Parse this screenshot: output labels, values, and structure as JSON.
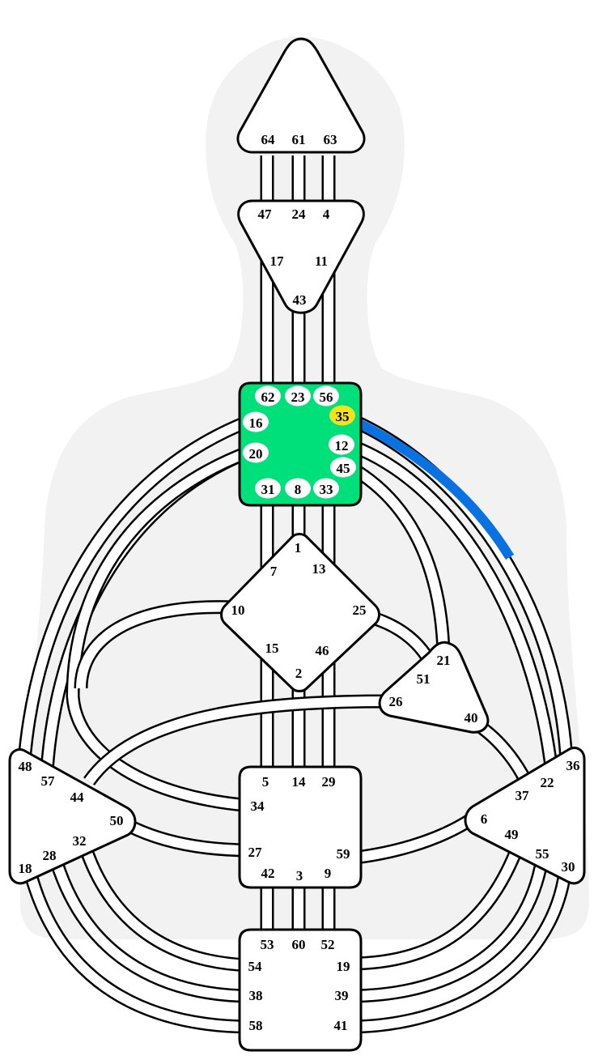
{
  "colors": {
    "silhouette": "#f2f2f2",
    "stroke": "#000000",
    "center_fill": "#ffffff",
    "defined_center": "#00e07a",
    "active_gate": "#f4e21c",
    "active_channel": "#0a72e0",
    "gate_bubble": "#ffffff"
  },
  "centers": {
    "head": {
      "gates": [
        "64",
        "61",
        "63"
      ]
    },
    "ajna": {
      "gates": [
        "47",
        "24",
        "4",
        "17",
        "11",
        "43"
      ]
    },
    "throat": {
      "gates": [
        "62",
        "23",
        "56",
        "16",
        "35",
        "12",
        "20",
        "45",
        "31",
        "8",
        "33"
      ],
      "defined": true
    },
    "g": {
      "gates": [
        "1",
        "7",
        "13",
        "10",
        "25",
        "15",
        "46",
        "2"
      ]
    },
    "heart": {
      "gates": [
        "21",
        "51",
        "26",
        "40"
      ]
    },
    "sacral": {
      "gates": [
        "5",
        "14",
        "29",
        "34",
        "27",
        "59",
        "42",
        "3",
        "9"
      ]
    },
    "spleen": {
      "gates": [
        "48",
        "57",
        "44",
        "50",
        "32",
        "28",
        "18"
      ]
    },
    "solar_plexus": {
      "gates": [
        "36",
        "22",
        "37",
        "6",
        "49",
        "55",
        "30"
      ]
    },
    "root": {
      "gates": [
        "53",
        "60",
        "52",
        "54",
        "19",
        "38",
        "39",
        "58",
        "41"
      ]
    }
  },
  "active_gates": [
    "35"
  ],
  "active_channels": [
    "35-36"
  ]
}
